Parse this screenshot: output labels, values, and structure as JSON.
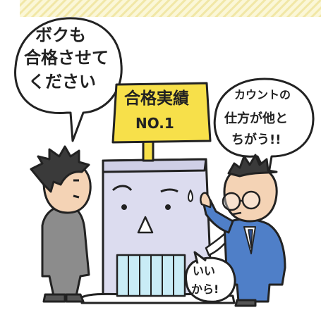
{
  "illustration": {
    "speech_left": {
      "lines": [
        "ボクも",
        "合格させて",
        "ください"
      ]
    },
    "sign": {
      "title": "合格実績",
      "number": "NO.1"
    },
    "speech_right": {
      "lines": [
        "カウントの",
        "仕方が他と",
        "ちがう!!"
      ]
    },
    "speech_building": {
      "lines": [
        "いい",
        "から!"
      ]
    },
    "colors": {
      "header_band": "#f6f0bd",
      "sign_yellow": "#f7e04a",
      "building": "#dcdcef",
      "window_glass": "#c9ecf6",
      "suit_blue": "#4f7fc8",
      "suit_gray": "#8c8c8c",
      "skin": "#f4d3b5",
      "hair": "#3a3a3a",
      "outline": "#222222"
    }
  }
}
